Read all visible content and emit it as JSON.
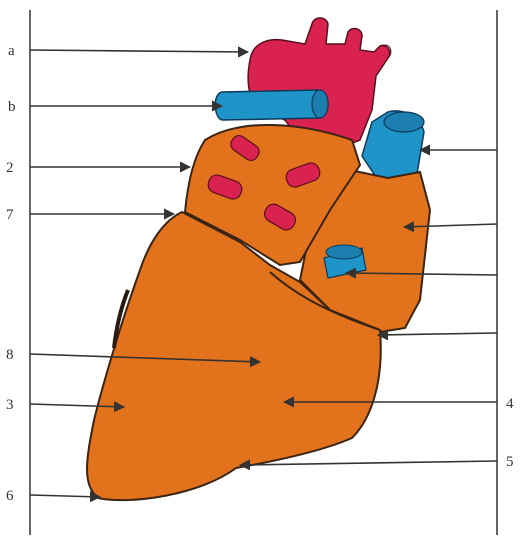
{
  "labels": {
    "left": [
      "a",
      "b",
      "2",
      "7",
      "8",
      "3",
      "6"
    ],
    "right": [
      "4",
      "5"
    ]
  },
  "colors": {
    "heart_fill": "#e3721d",
    "heart_stroke": "#3a2414",
    "artery_red": "#d9224f",
    "vessel_blue": "#1f94c9",
    "line": "#555555"
  }
}
